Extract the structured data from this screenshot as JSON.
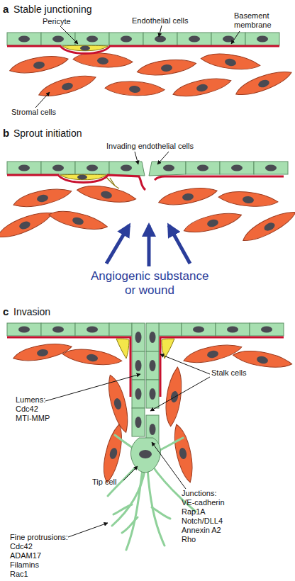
{
  "diagram": {
    "labels": [
      "a",
      "Stable junctioning",
      "Pericyte",
      "Endothelial cells",
      "Basement membrane",
      "Stromal cells",
      "b",
      "Sprout initiation",
      "Invading endothelial cells",
      "Angiogenic substance",
      "or wound",
      "c",
      "Invasion",
      "Lumens:",
      "Cdc42",
      "MTI-MMP",
      "Stalk cells",
      "Tip cell",
      "Junctions:",
      "VE-cadherin",
      "Rap1A",
      "Notch/DLL4",
      "Annexin A2",
      "Rho",
      "Fine protrusions:",
      "Cdc42",
      "ADAM17",
      "Filamins",
      "Rac1"
    ]
  }
}
